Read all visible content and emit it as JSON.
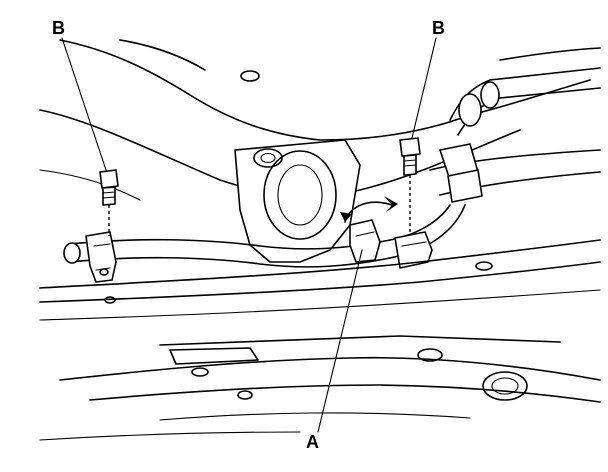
{
  "callouts": {
    "b_left": "B",
    "b_right": "B",
    "a": "A"
  }
}
